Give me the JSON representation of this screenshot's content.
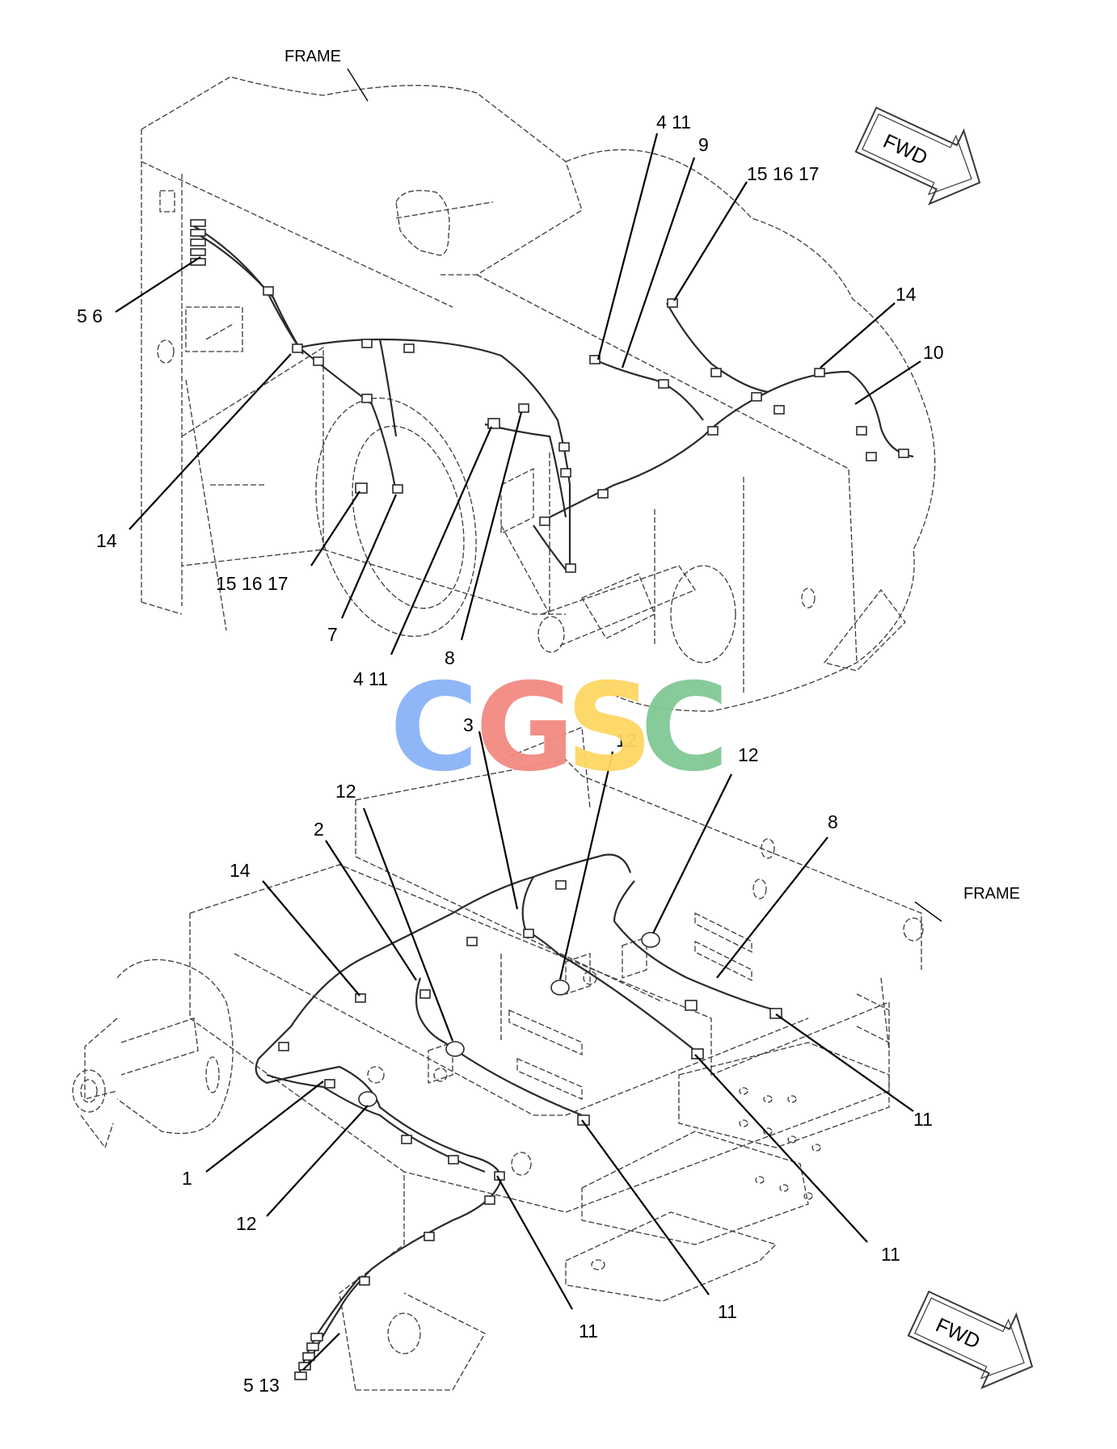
{
  "labels": {
    "frame": "FRAME",
    "fwd": "FWD"
  },
  "watermark": {
    "letters": [
      "C",
      "G",
      "S",
      "C"
    ],
    "colors": [
      "#8ab4f8",
      "#f28b82",
      "#fdd663",
      "#81c995"
    ]
  },
  "upper_view": {
    "callouts": {
      "c_4_11_top": "4  11",
      "c_9": "9",
      "c_15_16_17_top": "15  16  17",
      "c_5_6": "5  6",
      "c_14_right": "14",
      "c_10": "10",
      "c_14_left": "14",
      "c_15_16_17_left": "15  16  17",
      "c_7": "7",
      "c_4_11_bottom": "4  11",
      "c_8": "8"
    }
  },
  "lower_view": {
    "callouts": {
      "c_3": "3",
      "c_12_a": "12",
      "c_12_b": "12",
      "c_12_c": "12",
      "c_2": "2",
      "c_8": "8",
      "c_14": "14",
      "c_1": "1",
      "c_12_d": "12",
      "c_11_a": "11",
      "c_11_b": "11",
      "c_11_c": "11",
      "c_11_d": "11",
      "c_5_13": "5  13"
    }
  },
  "colors": {
    "line": "#2a2a2a",
    "background": "#ffffff"
  }
}
